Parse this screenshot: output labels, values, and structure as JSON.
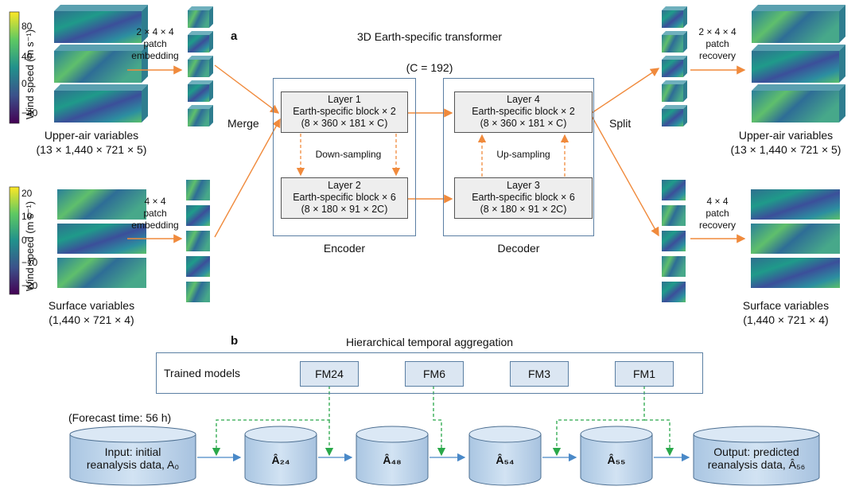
{
  "panel_a": {
    "letter": "a",
    "title": "3D Earth-specific transformer",
    "c_label": "(C = 192)",
    "merge": "Merge",
    "split": "Split",
    "encoder": "Encoder",
    "decoder": "Decoder",
    "down_sampling": "Down-sampling",
    "up_sampling": "Up-sampling",
    "layers": [
      {
        "name": "Layer 1",
        "block": "Earth-specific block × 2",
        "shape": "(8 × 360 × 181 × C)"
      },
      {
        "name": "Layer 2",
        "block": "Earth-specific block × 6",
        "shape": "(8 × 180 × 91 × 2C)"
      },
      {
        "name": "Layer 3",
        "block": "Earth-specific block × 6",
        "shape": "(8 × 180 × 91 × 2C)"
      },
      {
        "name": "Layer 4",
        "block": "Earth-specific block × 2",
        "shape": "(8 × 360 × 181 × C)"
      }
    ],
    "upper_in": {
      "name": "Upper-air variables",
      "shape": "(13 × 1,440 × 721 × 5)"
    },
    "surface_in": {
      "name": "Surface variables",
      "shape": "(1,440 × 721 × 4)"
    },
    "upper_out": {
      "name": "Upper-air variables",
      "shape": "(13 × 1,440 × 721 × 5)"
    },
    "surface_out": {
      "name": "Surface variables",
      "shape": "(1,440 × 721 × 4)"
    },
    "upper_embed": [
      "2 × 4 × 4",
      "patch",
      "embedding"
    ],
    "surface_embed": [
      "4 × 4",
      "patch",
      "embedding"
    ],
    "upper_recover": [
      "2 × 4 × 4",
      "patch",
      "recovery"
    ],
    "surface_recover": [
      "4 × 4",
      "patch",
      "recovery"
    ],
    "colorbar_upper": {
      "label": "Wind speed (m s⁻¹)",
      "ticks": [
        "80",
        "40",
        "0",
        "−40"
      ]
    },
    "colorbar_surface": {
      "label": "Wind speed (m s⁻¹)",
      "ticks": [
        "20",
        "10",
        "0",
        "−10",
        "−20"
      ]
    }
  },
  "panel_b": {
    "letter": "b",
    "title": "Hierarchical temporal aggregation",
    "trained_models": "Trained models",
    "models": [
      "FM24",
      "FM6",
      "FM3",
      "FM1"
    ],
    "forecast_time": "(Forecast time: 56 h)",
    "input": [
      "Input: initial",
      "reanalysis data, A₀"
    ],
    "steps": [
      "Â₂₄",
      "Â₄₈",
      "Â₅₄",
      "Â₅₅"
    ],
    "output": [
      "Output: predicted",
      "reanalysis data, Â₅₆"
    ]
  },
  "colors": {
    "orange": "#f08a3c",
    "green": "#2aa84a",
    "blue": "#4a89c8",
    "cyl_fill": "#c5d9ee",
    "cyl_stroke": "#4d6f91"
  }
}
